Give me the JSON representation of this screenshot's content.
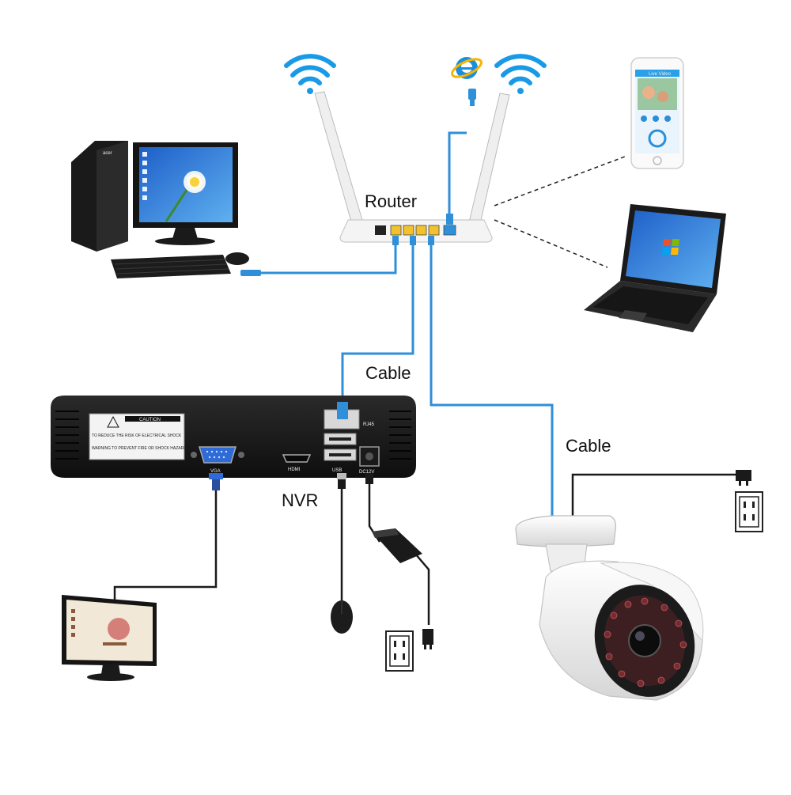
{
  "labels": {
    "router": "Router",
    "cable_top": "Cable",
    "cable_right": "Cable",
    "nvr": "NVR"
  },
  "nvr_panel": {
    "caution_title": "CAUTION",
    "caution_line": "TO REDUCE THE RISK OF ELECTRICAL SHOCK",
    "warning_line": "WARNING TO PREVENT FIRE OR SHOCK HAZARD",
    "rj45": "RJ45",
    "hdmi": "HDMI",
    "vga": "VGA",
    "usb": "USB",
    "dc": "DC12V"
  },
  "pc": {
    "brand": "acer"
  },
  "phone": {
    "screen_title": "Live Video"
  },
  "icons": [
    "wifi-icon",
    "ie-browser-icon",
    "ethernet-plug-icon",
    "power-outlet-icon",
    "power-plug-icon"
  ],
  "colors": {
    "cable_blue": "#2f8fd8",
    "wifi_blue": "#1a9ae6",
    "router_port_yellow": "#f2c12e",
    "device_black": "#1c1c1c"
  }
}
